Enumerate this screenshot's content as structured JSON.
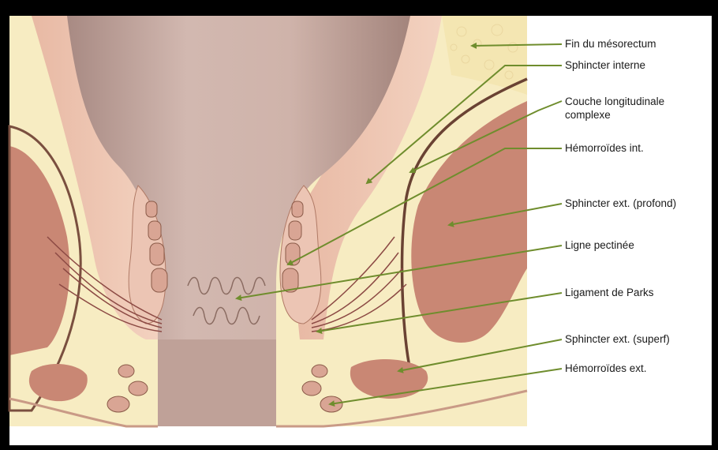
{
  "labels": [
    {
      "id": "fin-mesorectum",
      "text": "Fin du mésorectum"
    },
    {
      "id": "sphincter-interne",
      "text": "Sphincter interne"
    },
    {
      "id": "couche-longitudinale-1",
      "text": "Couche longitudinale"
    },
    {
      "id": "couche-longitudinale-2",
      "text": "complexe"
    },
    {
      "id": "hemorroides-int",
      "text": "Hémorroïdes int."
    },
    {
      "id": "sphincter-ext-profond",
      "text": "Sphincter ext. (profond)"
    },
    {
      "id": "ligne-pectinee",
      "text": "Ligne pectinée"
    },
    {
      "id": "ligament-parks",
      "text": "Ligament de Parks"
    },
    {
      "id": "sphincter-ext-superf",
      "text": "Sphincter ext. (superf)"
    },
    {
      "id": "hemorroides-ext",
      "text": "Hémorroïdes ext."
    }
  ],
  "colors": {
    "frame": "#000000",
    "background_fat": "#f7ecc2",
    "muscle_dark": "#c98774",
    "muscle_light": "#ebc1aa",
    "lumen": "#c4a79f",
    "leader_line": "#6f8d2d",
    "label_text": "#1a1a1a"
  }
}
